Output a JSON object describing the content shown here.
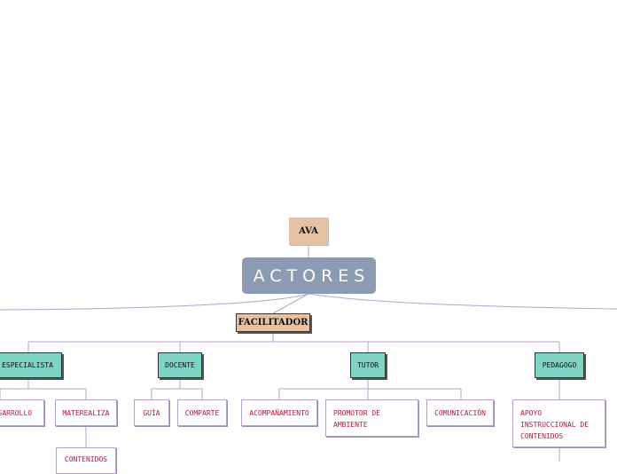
{
  "diagram": {
    "top_node": "AVA",
    "root": "ACTORES",
    "facilitator": "FACILITADOR",
    "roles": [
      {
        "label": "ESPECIALISTA",
        "children": [
          "DESARROLLO",
          "MATEREALIZA"
        ],
        "grandchild": "CONTENIDOS"
      },
      {
        "label": "DOCENTE",
        "children": [
          "GUÍA",
          "COMPARTE"
        ]
      },
      {
        "label": "TUTOR",
        "children": [
          "ACOMPAÑAMIENTO",
          "PROMOTOR DE AMBIENTE",
          "COMUNICACIÓN"
        ]
      },
      {
        "label": "PEDAGOGO",
        "children": [
          "APOYO INSTRUCCIONAL DE CONTENIDOS"
        ]
      }
    ]
  },
  "colors": {
    "root_fill": "#8a9bb3",
    "serif_node_fill": "#e6c2a3",
    "role_fill": "#7fd3c2",
    "leaf_text": "#b01a3a",
    "connector": "#b7a2cc"
  }
}
